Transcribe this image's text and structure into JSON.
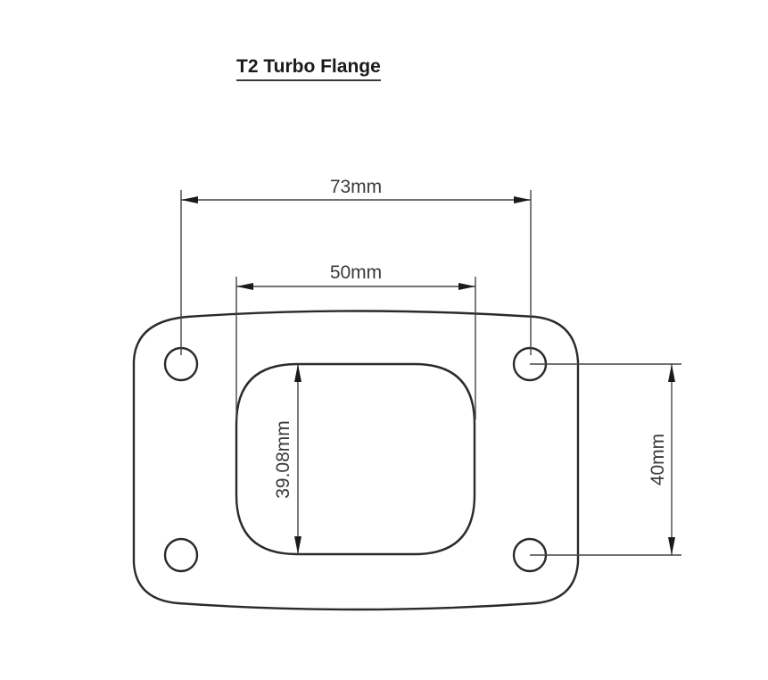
{
  "title": "T2 Turbo Flange",
  "dimensions": {
    "bolt_spacing_horizontal": "73mm",
    "port_width": "50mm",
    "port_height": "39.08mm",
    "bolt_spacing_vertical": "40mm"
  },
  "colors": {
    "line": "#2a2a2a",
    "dimension_line": "#444444",
    "text": "#3a3a3a",
    "background": "#ffffff"
  }
}
